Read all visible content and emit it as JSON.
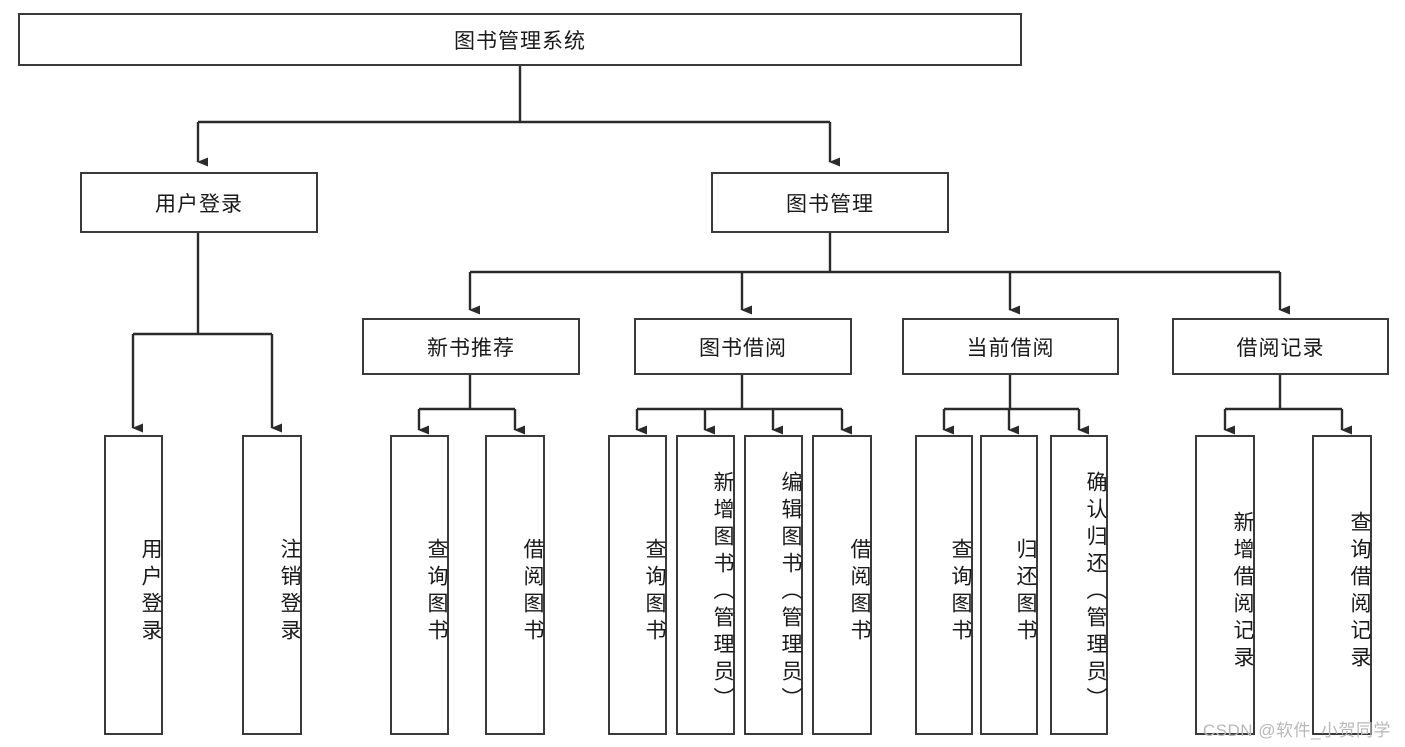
{
  "diagram": {
    "title": "图书管理系统",
    "type": "hierarchy-tree",
    "root": {
      "label": "图书管理系统"
    },
    "level2": [
      {
        "label": "用户登录"
      },
      {
        "label": "图书管理"
      }
    ],
    "level3": [
      {
        "label": "新书推荐"
      },
      {
        "label": "图书借阅"
      },
      {
        "label": "当前借阅"
      },
      {
        "label": "借阅记录"
      }
    ],
    "leaves": {
      "user_login": [
        {
          "label": "用户登录"
        },
        {
          "label": "注销登录"
        }
      ],
      "new_book_recommend": [
        {
          "label": "查询图书"
        },
        {
          "label": "借阅图书"
        }
      ],
      "book_borrow": [
        {
          "label": "查询图书"
        },
        {
          "label": "新增图书（管理员）"
        },
        {
          "label": "编辑图书（管理员）"
        },
        {
          "label": "借阅图书"
        }
      ],
      "current_borrow": [
        {
          "label": "查询图书"
        },
        {
          "label": "归还图书"
        },
        {
          "label": "确认归还（管理员）"
        }
      ],
      "borrow_record": [
        {
          "label": "新增借阅记录"
        },
        {
          "label": "查询借阅记录"
        }
      ]
    }
  },
  "watermark": {
    "text": "CSDN @软件_小贺同学"
  },
  "colors": {
    "border": "#3a3a3a",
    "background": "#ffffff",
    "text": "#1a1a1a",
    "watermark": "#b8b8b8"
  }
}
